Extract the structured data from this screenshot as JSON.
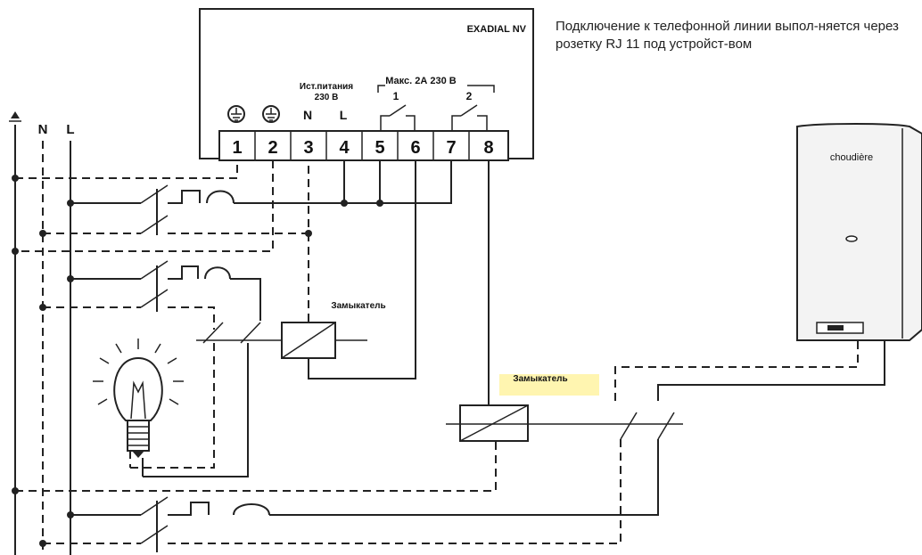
{
  "device": {
    "name": "EXADIAL NV",
    "supply_label_1": "Ист.питания",
    "supply_label_2": "230 В",
    "relay_rating": "Макс. 2А 230 В",
    "relay_1": "1",
    "relay_2": "2",
    "terminal_n": "N",
    "terminal_l": "L",
    "terminals": [
      "1",
      "2",
      "3",
      "4",
      "5",
      "6",
      "7",
      "8"
    ]
  },
  "note": "Подключение к телефонной линии выпол-няется через розетку RJ 11 под устройст-вом",
  "mains": {
    "n": "N",
    "l": "L"
  },
  "contactor_1": "Замыкатель",
  "contactor_2": "Замыкатель",
  "boiler_label": "choudière",
  "colors": {
    "line": "#222222",
    "highlight": "#fff5b0",
    "boiler_body": "#f3f3f3"
  },
  "icons": [
    "earth-icon",
    "ground-terminal-icon",
    "light-bulb-icon",
    "relay-contact-icon",
    "contactor-coil-icon"
  ]
}
